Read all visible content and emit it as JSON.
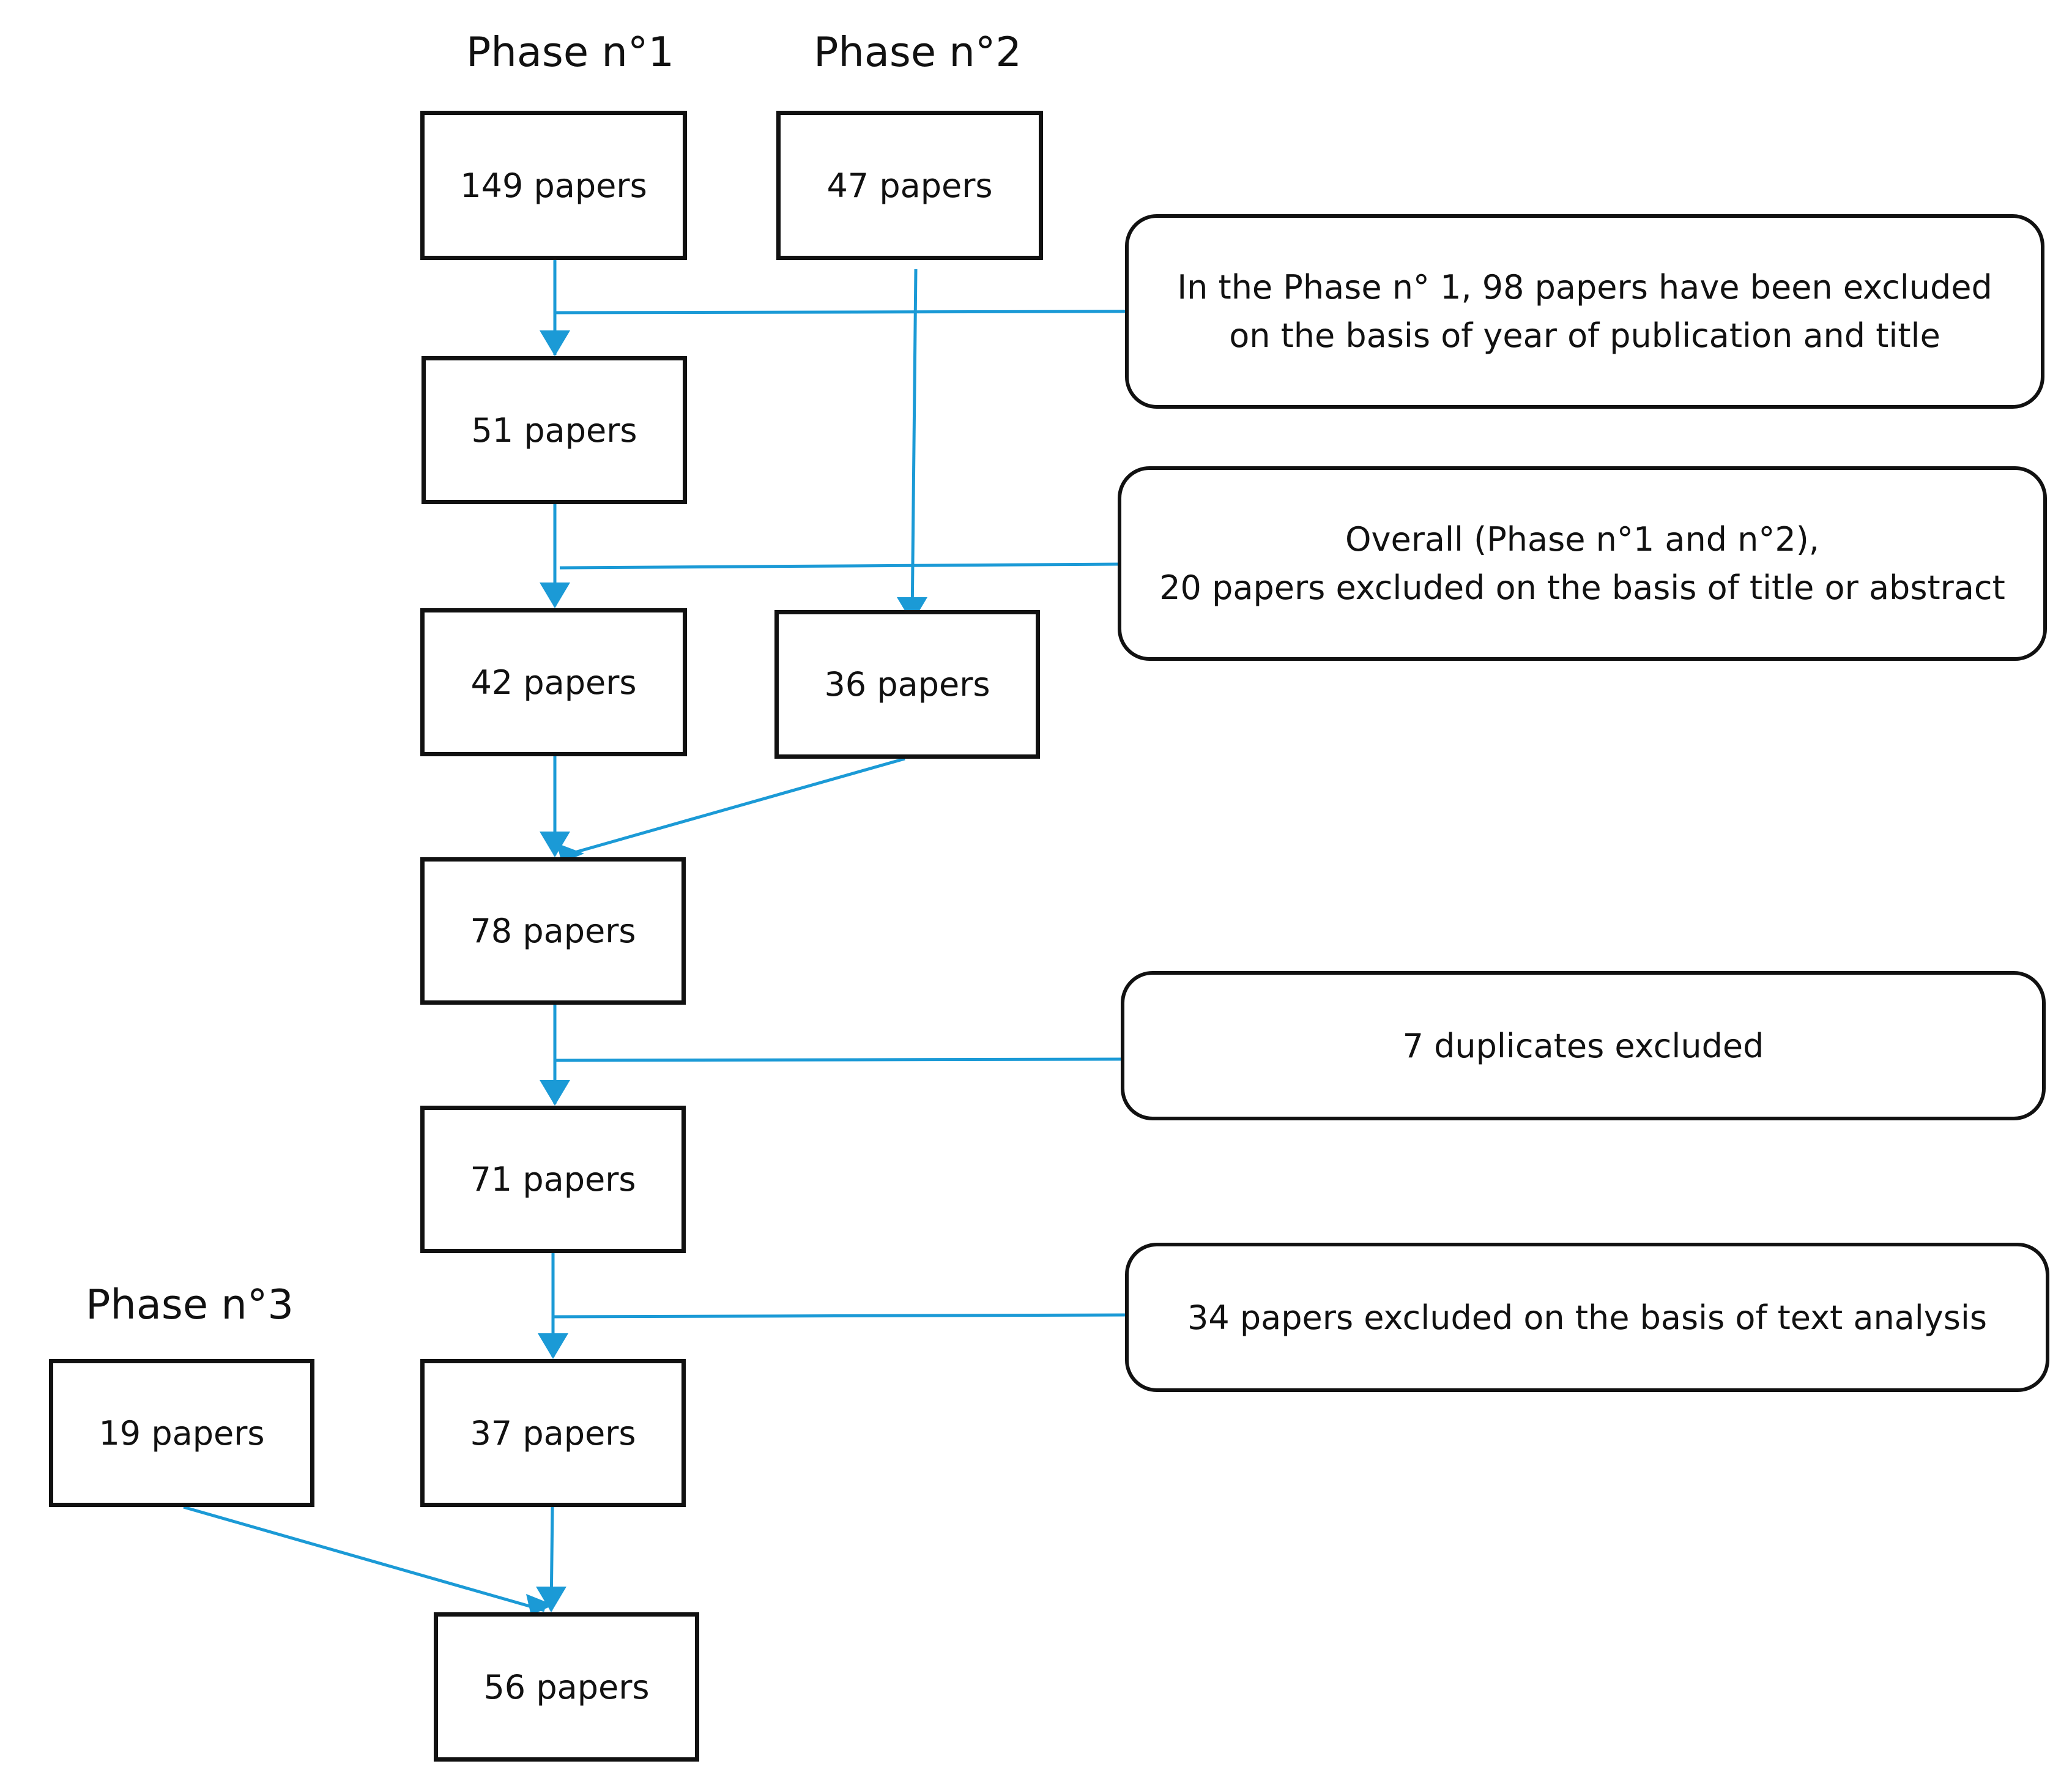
{
  "diagram": {
    "phases": {
      "phase1": "Phase n°1",
      "phase2": "Phase n°2",
      "phase3": "Phase n°3"
    },
    "boxes": {
      "p1_start": "149 papers",
      "p2_start": "47 papers",
      "p1_after_year_title": "51 papers",
      "p1_after_title_abstract": "42 papers",
      "p2_after_title_abstract": "36 papers",
      "merged": "78 papers",
      "after_duplicates": "71 papers",
      "after_text_analysis": "37 papers",
      "p3_start": "19 papers",
      "final": "56 papers"
    },
    "notes": {
      "phase1_exclusion": {
        "line1": "In the Phase n° 1, 98 papers have been excluded",
        "line2": "on the basis of year of publication and title"
      },
      "overall_exclusion": {
        "line1": "Overall (Phase n°1 and n°2),",
        "line2": "20 papers excluded on the basis of title or abstract"
      },
      "duplicates": "7 duplicates excluded",
      "text_analysis": "34 papers excluded on the basis of text analysis"
    },
    "colors": {
      "arrow": "#1b9ad6",
      "border": "#111111",
      "background": "#ffffff"
    }
  }
}
